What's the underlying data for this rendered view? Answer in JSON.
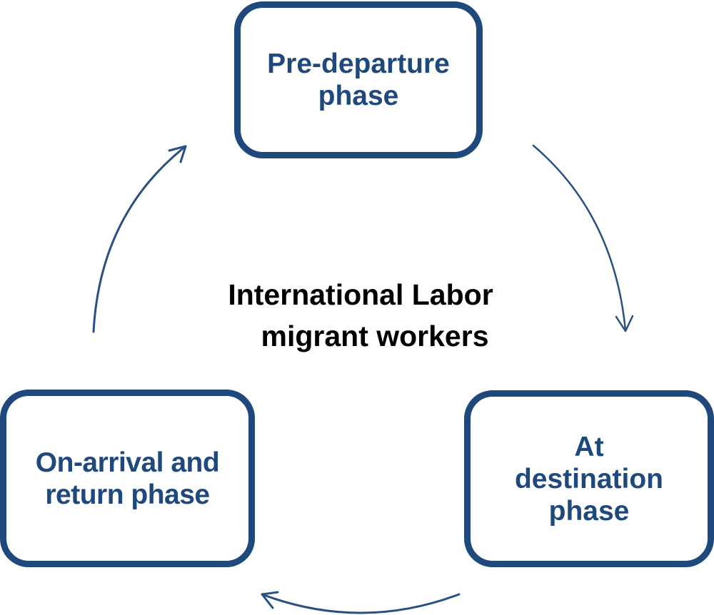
{
  "diagram": {
    "type": "cycle",
    "center_title": {
      "line1": "International Labor",
      "line2": "migrant workers"
    },
    "phases": [
      {
        "id": "pre-departure",
        "line1": "Pre-departure",
        "line2": "phase",
        "line3": ""
      },
      {
        "id": "at-destination",
        "line1": "At",
        "line2": "destination",
        "line3": "phase"
      },
      {
        "id": "on-arrival-return",
        "line1": "On-arrival and",
        "line2": "return phase",
        "line3": ""
      }
    ],
    "arrows": [
      {
        "from": "pre-departure",
        "to": "at-destination"
      },
      {
        "from": "at-destination",
        "to": "on-arrival-return"
      },
      {
        "from": "on-arrival-return",
        "to": "pre-departure"
      }
    ],
    "colors": {
      "box_border": "#1f497d",
      "box_text": "#1f497d",
      "arrow": "#2a4f82",
      "center_text": "#000000",
      "background": "#ffffff"
    }
  }
}
